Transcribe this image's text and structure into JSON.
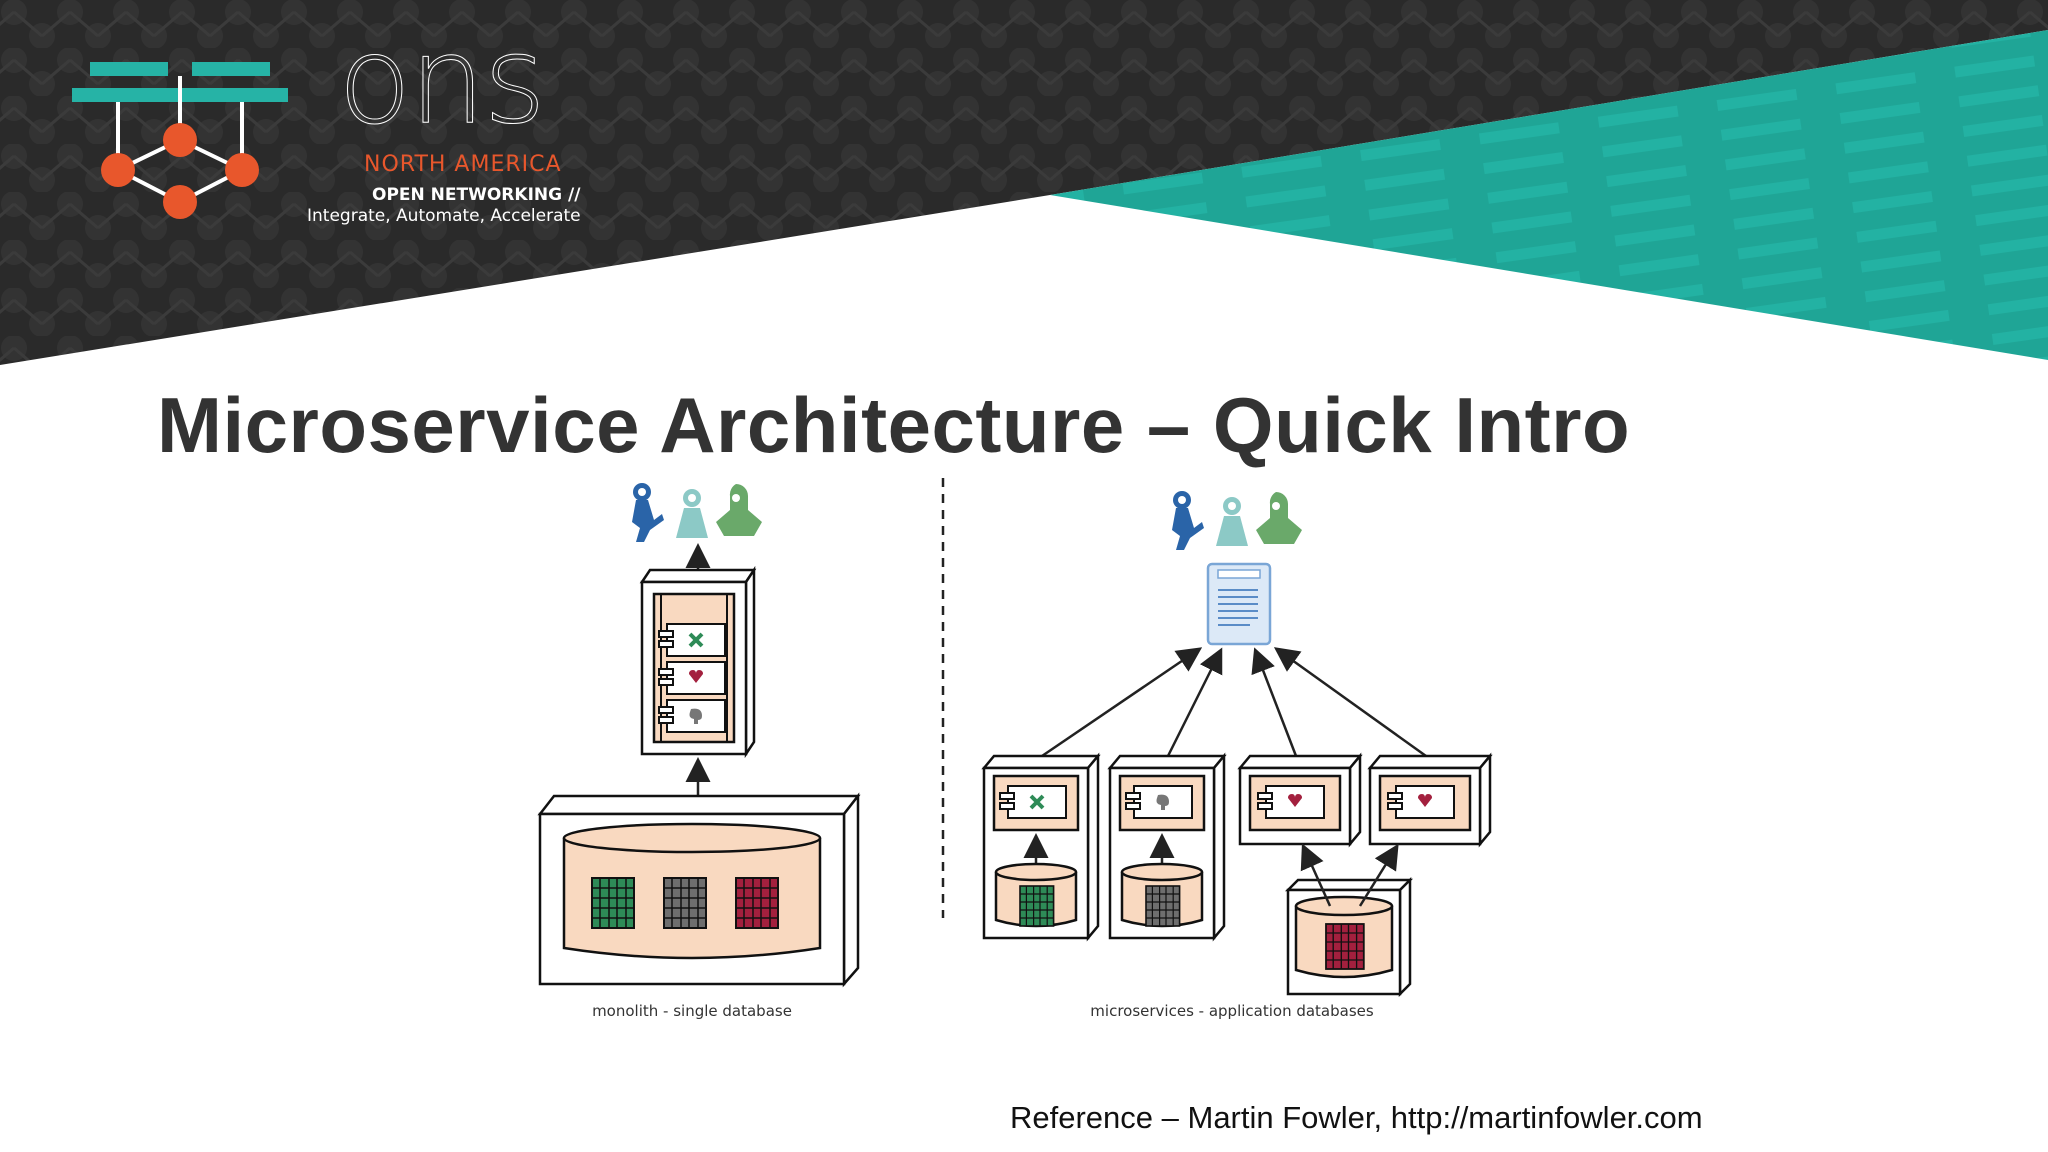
{
  "header": {
    "logo_word": "ons",
    "logo_region": "NORTH AMERICA",
    "tagline_line1": "OPEN NETWORKING //",
    "tagline_line2": "Integrate, Automate, Accelerate"
  },
  "slide": {
    "title": "Microservice Architecture – Quick Intro",
    "reference": "Reference – Martin Fowler, http://martinfowler.com"
  },
  "diagram": {
    "monolith_caption": "monolith - single database",
    "microservices_caption": "microservices - application databases"
  },
  "colors": {
    "banner_dark": "#2b2b2b",
    "banner_teal": "#1fa596",
    "logo_orange": "#e8572c",
    "logo_teal": "#26b3a6",
    "component_fill": "#f9d9c0",
    "db_green": "#2e8b57",
    "db_gray": "#6e6e6e",
    "db_red": "#a3203e",
    "user_blue": "#2a64a8",
    "user_teal": "#8cc9c6",
    "user_green": "#6aa96a"
  },
  "icons": [
    "user-icon",
    "component-icon",
    "database-icon",
    "document-icon"
  ]
}
